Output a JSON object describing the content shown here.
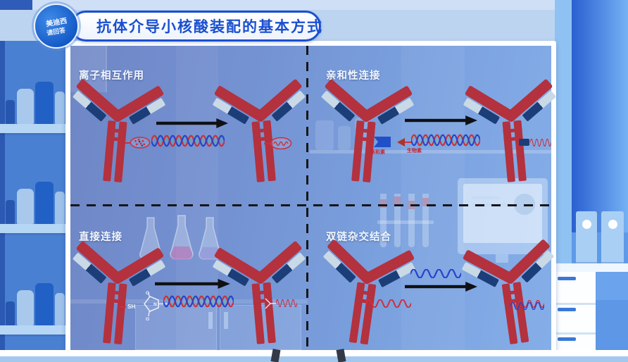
{
  "header": {
    "title": "抗体介导小核酸装配的基本方式",
    "logo_line1": "美迪西",
    "logo_line2": "请回答"
  },
  "quadrants": {
    "top_left": {
      "label": "离子相互作用"
    },
    "top_right": {
      "label": "亲和性连接",
      "avidin_label": "亲和素",
      "biotin_label": "生物素"
    },
    "bottom_left": {
      "label": "直接连接",
      "thiol_label": "SH",
      "atom_n": "N",
      "atom_o": "O"
    },
    "bottom_right": {
      "label": "双链杂交结合"
    }
  },
  "colors": {
    "title_blue": "#1a4fd0",
    "antibody_red": "#b4313e",
    "chain_navy": "#1c3e78",
    "chain_light": "#c9d9e6",
    "strand_red": "#cf2f3a",
    "strand_blue": "#2743cb",
    "strand_teal": "#49c08c",
    "arrow_black": "#101114",
    "flag_blue": "#2050c8",
    "biotin_brown": "#a8352c"
  }
}
